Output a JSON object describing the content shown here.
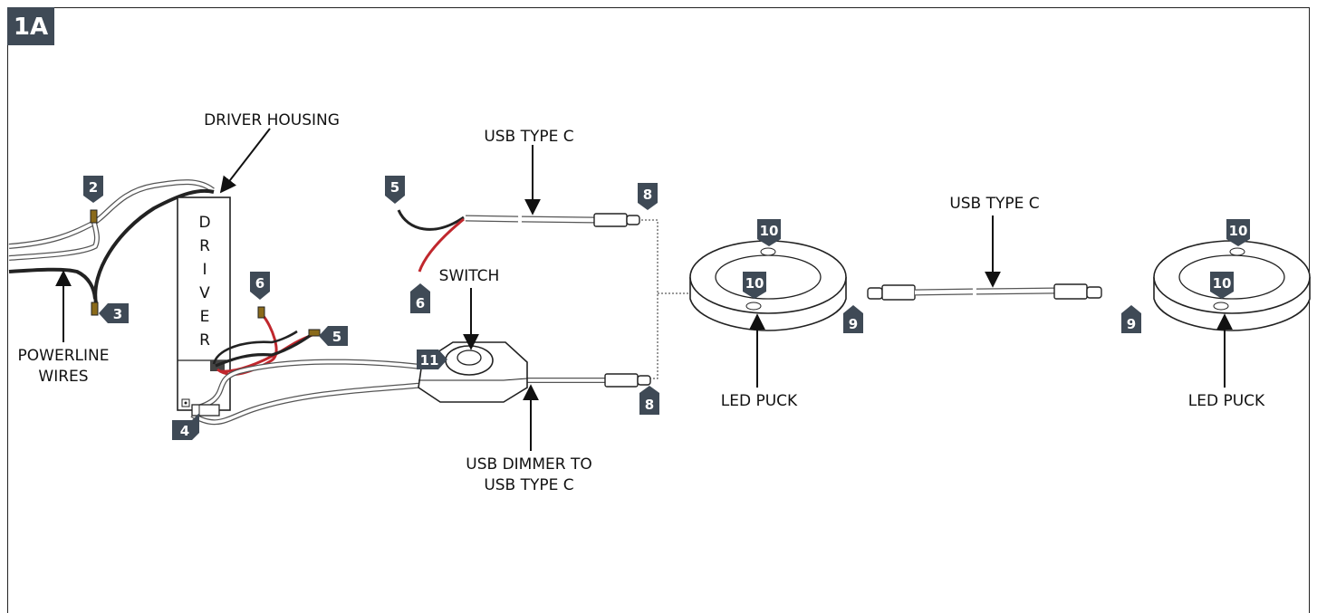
{
  "figure_label": "1A",
  "driver_letters": [
    "D",
    "R",
    "I",
    "V",
    "E",
    "R"
  ],
  "labels": {
    "driver_housing": "DRIVER HOUSING",
    "usb_type_c_top": "USB TYPE C",
    "usb_type_c_mid": "USB TYPE C",
    "switch": "SWITCH",
    "powerline_1": "POWERLINE",
    "powerline_2": "WIRES",
    "usb_dimmer_1": "USB DIMMER TO",
    "usb_dimmer_2": "USB TYPE C",
    "led_puck_1": "LED PUCK",
    "led_puck_2": "LED PUCK"
  },
  "tags": {
    "t2": "2",
    "t3": "3",
    "t4": "4",
    "t5a": "5",
    "t5b": "5",
    "t6a": "6",
    "t6b": "6",
    "t8a": "8",
    "t8b": "8",
    "t9a": "9",
    "t9b": "9",
    "t10a": "10",
    "t10b": "10",
    "t10c": "10",
    "t10d": "10",
    "t11": "11"
  },
  "colors": {
    "tag": "#3f4a56",
    "red_wire": "#c0272d",
    "black_wire": "#222222"
  }
}
